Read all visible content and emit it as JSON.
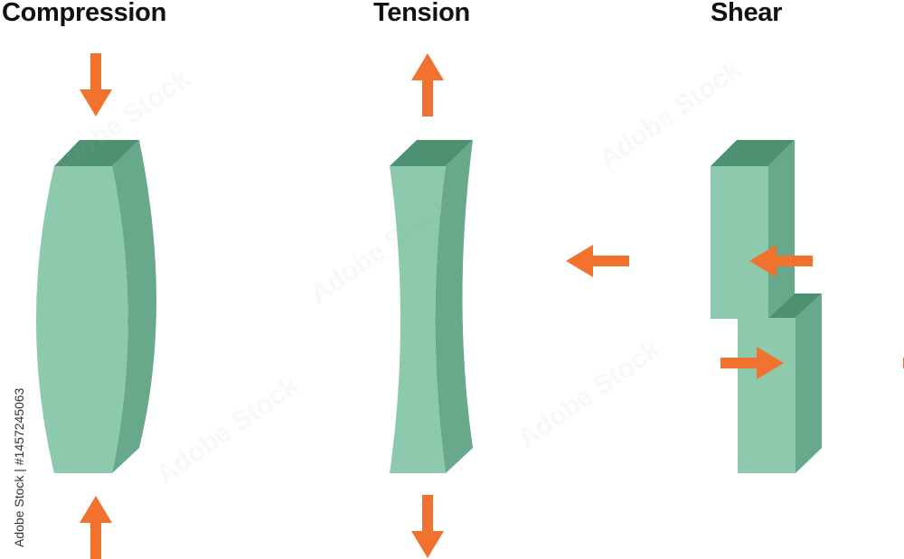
{
  "titles": {
    "compression": "Compression",
    "tension": "Tension",
    "shear": "Shear"
  },
  "watermark": {
    "text": "Adobe Stock",
    "id_text": "Adobe Stock | #1457245063"
  },
  "colors": {
    "block_front": "#8DC9AC",
    "block_side": "#67A98A",
    "block_top": "#4E9172",
    "arrow": "#F0722E",
    "title": "#111111"
  },
  "icons": [
    "arrow-down-icon",
    "arrow-up-icon",
    "arrow-left-icon",
    "arrow-right-icon"
  ]
}
